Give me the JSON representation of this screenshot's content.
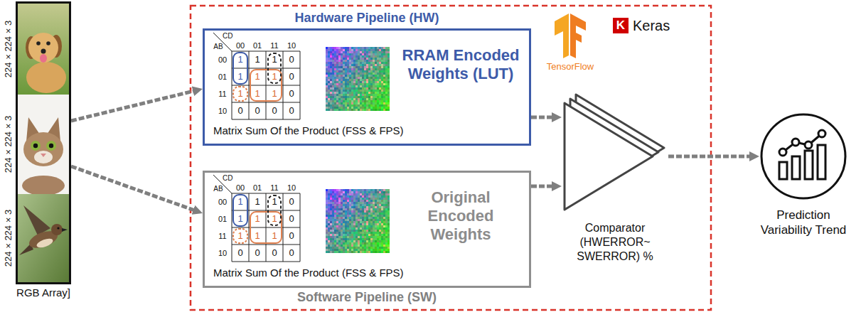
{
  "diagram": {
    "nodes": [
      {
        "text": [
          "224 × 224 × 3",
          "224 × 224 × 3",
          "224 × 224 × 3",
          "RGB Array]"
        ]
      },
      {
        "text": [
          "Hardware Pipeline (HW)",
          "RRAM Encoded Weights (LUT)",
          "Matrix Sum Of the Product (FSS & FPS)"
        ]
      },
      {
        "text": [
          "Original Encoded Weights",
          "Matrix Sum Of the Product (FSS & FPS)",
          "Software Pipeline (SW)"
        ]
      },
      {
        "text": [
          "Comparator (HWERROR~ SWERROR) %"
        ]
      },
      {
        "text": [
          "Prediction Variability Trend"
        ]
      }
    ],
    "edges": [
      {
        "from": 0,
        "to": 1,
        "arrow": "to"
      },
      {
        "from": 0,
        "to": 2,
        "arrow": "to"
      },
      {
        "from": 1,
        "to": 3,
        "arrow": "to"
      },
      {
        "from": 2,
        "to": 3,
        "arrow": "to"
      },
      {
        "from": 3,
        "to": 4,
        "arrow": "to"
      }
    ],
    "labels": [
      "CD",
      "AB",
      "00",
      "01",
      "11",
      "10",
      "00",
      "01",
      "11",
      "10",
      "1",
      "1",
      "1",
      "0",
      "1",
      "1",
      "1",
      "0",
      "1",
      "1",
      "1",
      "0",
      "0",
      "0",
      "0",
      "0",
      "CD",
      "AB",
      "00",
      "01",
      "11",
      "10",
      "00",
      "01",
      "11",
      "10",
      "1",
      "1",
      "1",
      "0",
      "1",
      "1",
      "1",
      "0",
      "1",
      "1",
      "1",
      "0",
      "0",
      "0",
      "0",
      "0",
      "TensorFlow",
      "K",
      "Keras"
    ]
  }
}
